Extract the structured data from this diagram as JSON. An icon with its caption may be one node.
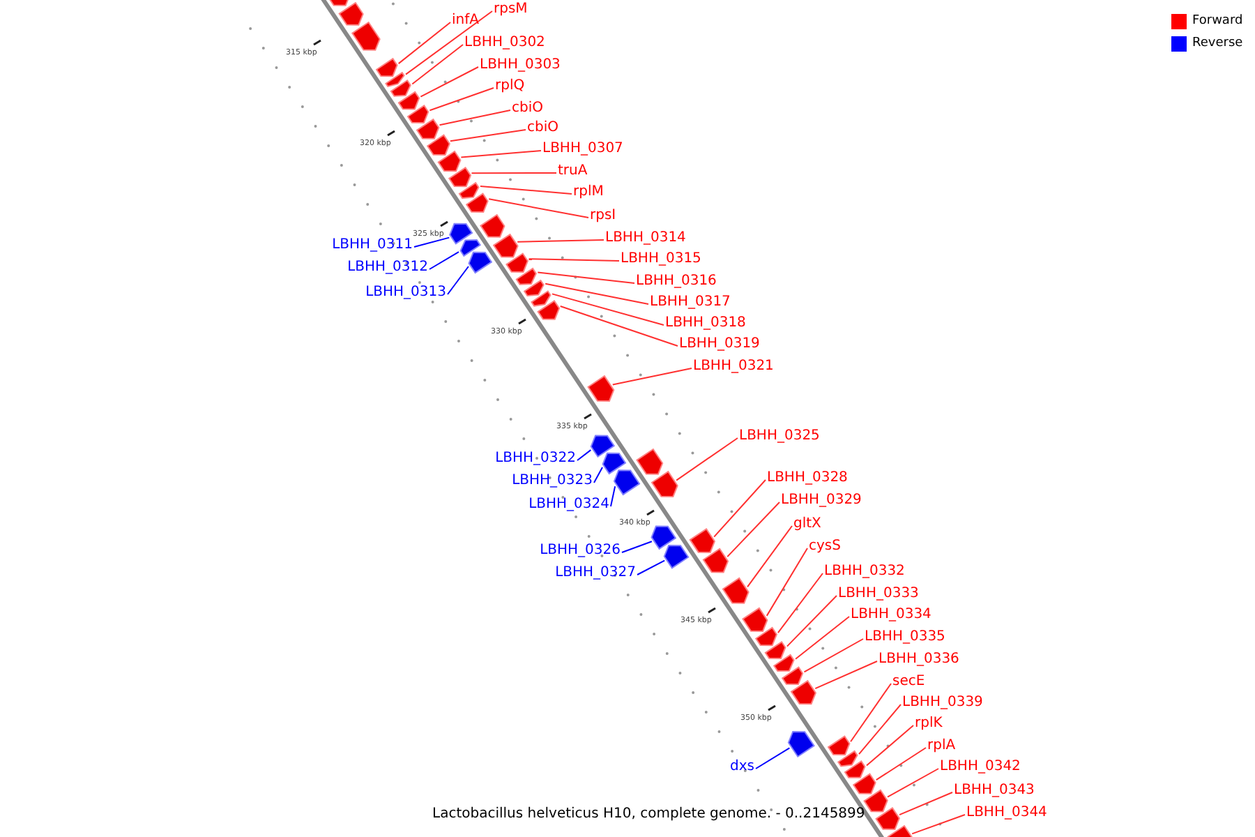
{
  "diagram": {
    "caption": "Lactobacillus helveticus H10, complete genome. - 0..2145899",
    "nodes": [
      {
        "text": [
          "rpsM"
        ]
      },
      {
        "text": [
          "infA"
        ]
      },
      {
        "text": [
          "LBHH_0302"
        ]
      },
      {
        "text": [
          "LBHH_0303"
        ]
      },
      {
        "text": [
          "rplQ"
        ]
      },
      {
        "text": [
          "cbiO"
        ]
      },
      {
        "text": [
          "cbiO"
        ]
      },
      {
        "text": [
          "LBHH_0307"
        ]
      },
      {
        "text": [
          "truA"
        ]
      },
      {
        "text": [
          "rplM"
        ]
      },
      {
        "text": [
          "rpsI"
        ]
      },
      {
        "text": [
          "LBHH_0314"
        ]
      },
      {
        "text": [
          "LBHH_0311"
        ]
      },
      {
        "text": [
          "LBHH_0315"
        ]
      },
      {
        "text": [
          "LBHH_0312"
        ]
      },
      {
        "text": [
          "LBHH_0316"
        ]
      },
      {
        "text": [
          "LBHH_0313"
        ]
      },
      {
        "text": [
          "LBHH_0317"
        ]
      },
      {
        "text": [
          "LBHH_0318"
        ]
      },
      {
        "text": [
          "LBHH_0319"
        ]
      },
      {
        "text": [
          "LBHH_0321"
        ]
      },
      {
        "text": [
          "LBHH_0325"
        ]
      },
      {
        "text": [
          "LBHH_0322"
        ]
      },
      {
        "text": [
          "LBHH_0328"
        ]
      },
      {
        "text": [
          "LBHH_0323"
        ]
      },
      {
        "text": [
          "LBHH_0329"
        ]
      },
      {
        "text": [
          "LBHH_0324"
        ]
      },
      {
        "text": [
          "gltX"
        ]
      },
      {
        "text": [
          "cysS"
        ]
      },
      {
        "text": [
          "LBHH_0326"
        ]
      },
      {
        "text": [
          "LBHH_0332"
        ]
      },
      {
        "text": [
          "LBHH_0327"
        ]
      },
      {
        "text": [
          "LBHH_0333"
        ]
      },
      {
        "text": [
          "LBHH_0334"
        ]
      },
      {
        "text": [
          "LBHH_0335"
        ]
      },
      {
        "text": [
          "LBHH_0336"
        ]
      },
      {
        "text": [
          "secE"
        ]
      },
      {
        "text": [
          "LBHH_0339"
        ]
      },
      {
        "text": [
          "rplK"
        ]
      },
      {
        "text": [
          "rplA"
        ]
      },
      {
        "text": [
          "dxs"
        ]
      },
      {
        "text": [
          "LBHH_0342"
        ]
      },
      {
        "text": [
          "LBHH_0343"
        ]
      },
      {
        "text": [
          "LBHH_0344"
        ]
      },
      {
        "text": [],
        "shape": "arrow"
      },
      {
        "text": [],
        "shape": "arrow"
      },
      {
        "text": [],
        "shape": "arrow"
      },
      {
        "text": [],
        "shape": "arrow"
      },
      {
        "text": [],
        "shape": "arrow"
      },
      {
        "text": [],
        "shape": "arrow"
      },
      {
        "text": [],
        "shape": "arrow"
      },
      {
        "text": [],
        "shape": "arrow"
      },
      {
        "text": [],
        "shape": "arrow"
      },
      {
        "text": [],
        "shape": "arrow"
      },
      {
        "text": [],
        "shape": "arrow"
      },
      {
        "text": [],
        "shape": "arrow"
      },
      {
        "text": [],
        "shape": "arrow"
      },
      {
        "text": [],
        "shape": "arrow"
      },
      {
        "text": [],
        "shape": "arrow"
      },
      {
        "text": [],
        "shape": "arrow"
      },
      {
        "text": [],
        "shape": "arrow"
      },
      {
        "text": [],
        "shape": "arrow"
      },
      {
        "text": [],
        "shape": "arrow"
      },
      {
        "text": [],
        "shape": "arrow"
      },
      {
        "text": [],
        "shape": "arrow"
      },
      {
        "text": [],
        "shape": "arrow"
      },
      {
        "text": [],
        "shape": "arrow"
      },
      {
        "text": [],
        "shape": "arrow"
      },
      {
        "text": [],
        "shape": "arrow"
      },
      {
        "text": [],
        "shape": "arrow"
      },
      {
        "text": [],
        "shape": "arrow"
      },
      {
        "text": [],
        "shape": "arrow"
      },
      {
        "text": [],
        "shape": "arrow"
      },
      {
        "text": [],
        "shape": "arrow"
      },
      {
        "text": [],
        "shape": "arrow"
      },
      {
        "text": [],
        "shape": "arrow"
      },
      {
        "text": [],
        "shape": "arrow"
      },
      {
        "text": [],
        "shape": "arrow"
      },
      {
        "text": [],
        "shape": "arrow"
      },
      {
        "text": [],
        "shape": "arrow"
      },
      {
        "text": [],
        "shape": "arrow"
      },
      {
        "text": [],
        "shape": "arrow"
      },
      {
        "text": [],
        "shape": "arrow"
      },
      {
        "text": [],
        "shape": "arrow"
      },
      {
        "text": [],
        "shape": "arrow"
      },
      {
        "text": [],
        "shape": "arrow"
      },
      {
        "text": [],
        "shape": "arrow"
      },
      {
        "text": [],
        "shape": "arrow"
      },
      {
        "text": [],
        "shape": "arrow"
      },
      {
        "text": [],
        "shape": "arrow"
      },
      {
        "text": [],
        "shape": "arrow"
      },
      {
        "text": [],
        "shape": "arrow"
      },
      {
        "text": [],
        "shape": "arrow"
      }
    ],
    "edges": [
      {
        "from": 0,
        "to": 44,
        "arrow": "none"
      },
      {
        "from": 1,
        "to": 45,
        "arrow": "none"
      },
      {
        "from": 2,
        "to": 46,
        "arrow": "none"
      },
      {
        "from": 3,
        "to": 47,
        "arrow": "none"
      },
      {
        "from": 4,
        "to": 48,
        "arrow": "none"
      },
      {
        "from": 5,
        "to": 49,
        "arrow": "none"
      },
      {
        "from": 6,
        "to": 50,
        "arrow": "none"
      },
      {
        "from": 7,
        "to": 51,
        "arrow": "none"
      },
      {
        "from": 8,
        "to": 52,
        "arrow": "none"
      },
      {
        "from": 9,
        "to": 53,
        "arrow": "none"
      },
      {
        "from": 10,
        "to": 54,
        "arrow": "none"
      },
      {
        "from": 11,
        "to": 55,
        "arrow": "none"
      },
      {
        "from": 12,
        "to": 56,
        "arrow": "none",
        "color": "#0000ff"
      },
      {
        "from": 13,
        "to": 57,
        "arrow": "none"
      },
      {
        "from": 14,
        "to": 58,
        "arrow": "none",
        "color": "#0000ff"
      },
      {
        "from": 15,
        "to": 59,
        "arrow": "none"
      },
      {
        "from": 16,
        "to": 60,
        "arrow": "none",
        "color": "#0000ff"
      },
      {
        "from": 17,
        "to": 61,
        "arrow": "none"
      },
      {
        "from": 18,
        "to": 62,
        "arrow": "none"
      },
      {
        "from": 19,
        "to": 63,
        "arrow": "none"
      },
      {
        "from": 20,
        "to": 64,
        "arrow": "none"
      },
      {
        "from": 21,
        "to": 65,
        "arrow": "none"
      },
      {
        "from": 22,
        "to": 66,
        "arrow": "none",
        "color": "#0000ff"
      },
      {
        "from": 23,
        "to": 67,
        "arrow": "none"
      },
      {
        "from": 24,
        "to": 68,
        "arrow": "none",
        "color": "#0000ff"
      },
      {
        "from": 25,
        "to": 69,
        "arrow": "none"
      },
      {
        "from": 26,
        "to": 70,
        "arrow": "none",
        "color": "#0000ff"
      },
      {
        "from": 27,
        "to": 71,
        "arrow": "none"
      },
      {
        "from": 28,
        "to": 72,
        "arrow": "none"
      },
      {
        "from": 29,
        "to": 73,
        "arrow": "none",
        "color": "#0000ff"
      },
      {
        "from": 30,
        "to": 74,
        "arrow": "none"
      },
      {
        "from": 31,
        "to": 75,
        "arrow": "none",
        "color": "#0000ff"
      },
      {
        "from": 32,
        "to": 76,
        "arrow": "none"
      },
      {
        "from": 33,
        "to": 77,
        "arrow": "none"
      },
      {
        "from": 34,
        "to": 78,
        "arrow": "none"
      },
      {
        "from": 35,
        "to": 79,
        "arrow": "none"
      },
      {
        "from": 36,
        "to": 80,
        "arrow": "none"
      },
      {
        "from": 37,
        "to": 81,
        "arrow": "none"
      },
      {
        "from": 38,
        "to": 82,
        "arrow": "none"
      },
      {
        "from": 39,
        "to": 83,
        "arrow": "none"
      },
      {
        "from": 40,
        "to": 84,
        "arrow": "none",
        "color": "#0000ff"
      },
      {
        "from": 41,
        "to": 85,
        "arrow": "none"
      },
      {
        "from": 42,
        "to": 86,
        "arrow": "none"
      },
      {
        "from": 43,
        "to": 87,
        "arrow": "none"
      }
    ],
    "labels": [
      "315 kbp",
      "320 kbp",
      "325 kbp",
      "330 kbp",
      "335 kbp",
      "340 kbp",
      "345 kbp",
      "350 kbp"
    ],
    "legend": [
      {
        "text": "Forward",
        "color": "#ff0000"
      },
      {
        "text": "Reverse",
        "color": "#0000ff"
      }
    ]
  }
}
